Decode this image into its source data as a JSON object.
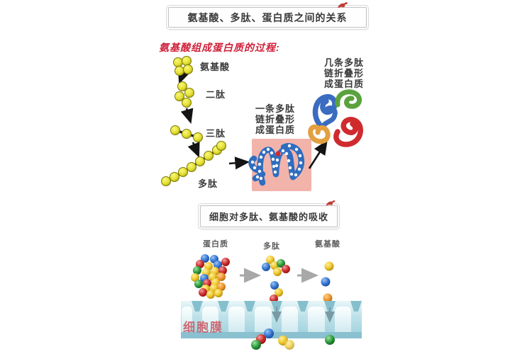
{
  "section1": {
    "title": "氨基酸、多肽、蛋白质之间的关系",
    "subtitle": "氨基酸组成蛋白质的过程:",
    "step_labels": {
      "amino_acid": "氨基酸",
      "dipeptide": "二肽",
      "tripeptide": "三肽",
      "polypeptide": "多肽"
    },
    "single_chain_note": [
      "一条多肽",
      "链折叠形",
      "成蛋白质"
    ],
    "multi_chain_note": [
      "几条多肽",
      "链折叠形",
      "成蛋白质"
    ]
  },
  "section2": {
    "title": "细胞对多肽、氨基酸的吸收",
    "column_labels": {
      "protein": "蛋白质",
      "polypeptide": "多肽",
      "amino_acid": "氨基酸"
    },
    "membrane_label": "细胞膜"
  },
  "colors": {
    "subtitle_red": "#d0203a",
    "membrane_label_red": "#cc5560",
    "amino_chain_yellow": "#e6e232",
    "ball_blue": "#2a6cc8",
    "ball_red": "#c62828",
    "ball_green": "#2e9440",
    "ball_yellow": "#f0c428",
    "ball_orange": "#e89028",
    "protein_blue": "#2f6dbe",
    "protein_green": "#5aa23e",
    "protein_red": "#cf2b2f",
    "protein_orange": "#e3a040",
    "pink_box": "#f2b3ab",
    "membrane_blue": "#aed6e0"
  }
}
